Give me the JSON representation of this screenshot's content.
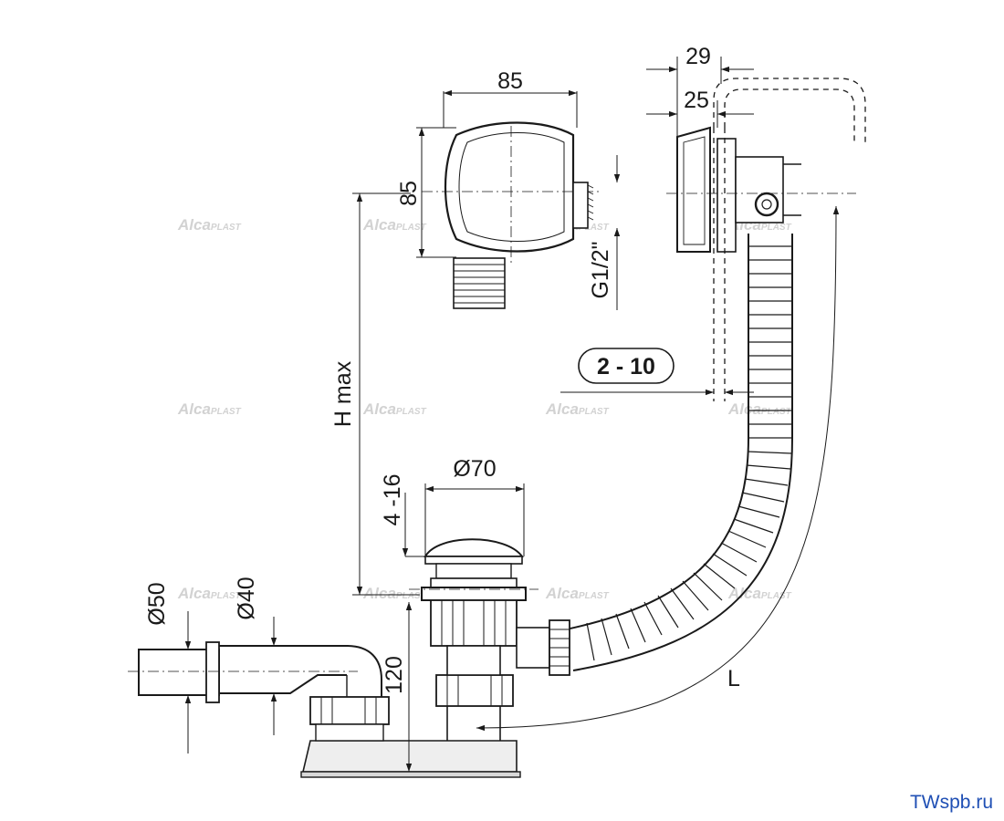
{
  "dimensions": {
    "body_width": "85",
    "body_height": "85",
    "thread": "G1/2\"",
    "overflow_outer": "29",
    "overflow_inner": "25",
    "wall_thickness": "2 - 10",
    "h_max": "H max",
    "plug_adjust": "4 -16",
    "plug_diameter": "Ø70",
    "outlet_50": "Ø50",
    "outlet_40": "Ø40",
    "trap_height": "120",
    "hose_length": "L"
  },
  "watermark": {
    "text": "Alca",
    "suffix": "PLAST"
  },
  "footer": {
    "site": "TWspb.ru"
  },
  "colors": {
    "line": "#1a1a1a",
    "shade": "#e6e6e6",
    "watermark": "#d2d2d2",
    "link": "#1f4fb4"
  }
}
